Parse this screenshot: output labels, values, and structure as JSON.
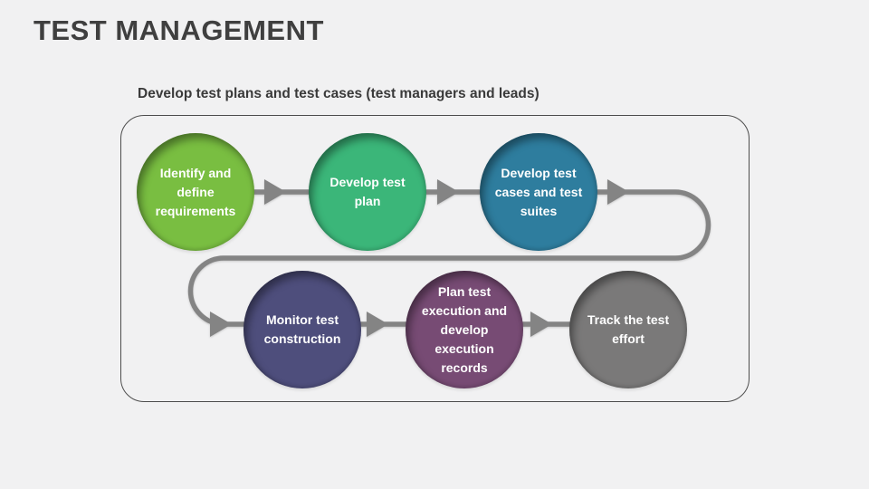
{
  "slide": {
    "title": "TEST MANAGEMENT",
    "subtitle": "Develop test plans and test cases (test managers and leads)"
  },
  "diagram": {
    "nodes": [
      {
        "label": "Identify and define requirements",
        "color": "#79be41"
      },
      {
        "label": "Develop test plan",
        "color": "#3bb679"
      },
      {
        "label": "Develop test cases and test suites",
        "color": "#2e7d9e"
      },
      {
        "label": "Monitor test construction",
        "color": "#4e4e7c"
      },
      {
        "label": "Plan test execution and develop execution records",
        "color": "#774b74"
      },
      {
        "label": "Track the test effort",
        "color": "#7a7979"
      }
    ]
  },
  "colors": {
    "background": "#f1f1f2",
    "title_text": "#3f3f3f",
    "caption_text": "#3a3a3a",
    "container_border": "#4d4d4d",
    "connector": "#848484"
  }
}
